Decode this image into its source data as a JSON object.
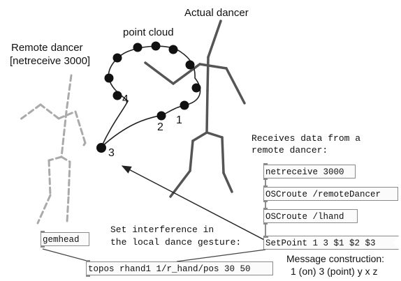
{
  "labels": {
    "actual_dancer": "Actual dancer",
    "point_cloud": "point cloud",
    "remote_dancer_line1": "Remote dancer",
    "remote_dancer_line2": "[netreceive 3000]",
    "point_1": "1",
    "point_2": "2",
    "point_3": "3",
    "point_4": "4",
    "receives_line1": "Receives data from a",
    "receives_line2": "remote dancer:",
    "interference_line1": "Set interference in",
    "interference_line2": "the local dance gesture:",
    "msg_construction_line1": "Message construction:",
    "msg_construction_line2": "1 (on) 3 (point) y x z"
  },
  "patch": {
    "netreceive": "netreceive 3000",
    "oscroute_remote": "OSCroute /remoteDancer",
    "oscroute_lhand": "OSCroute /lhand",
    "setpoint_msg": "SetPoint 1 3 $1 $2 $3",
    "gemhead": "gemhead",
    "topos": "topos rhand1 1/r_hand/pos 30 50"
  },
  "colors": {
    "actual_dancer": "#555555",
    "remote_dancer": "#aaaaaa",
    "point": "#111111",
    "box_border": "#8a8a8a"
  }
}
